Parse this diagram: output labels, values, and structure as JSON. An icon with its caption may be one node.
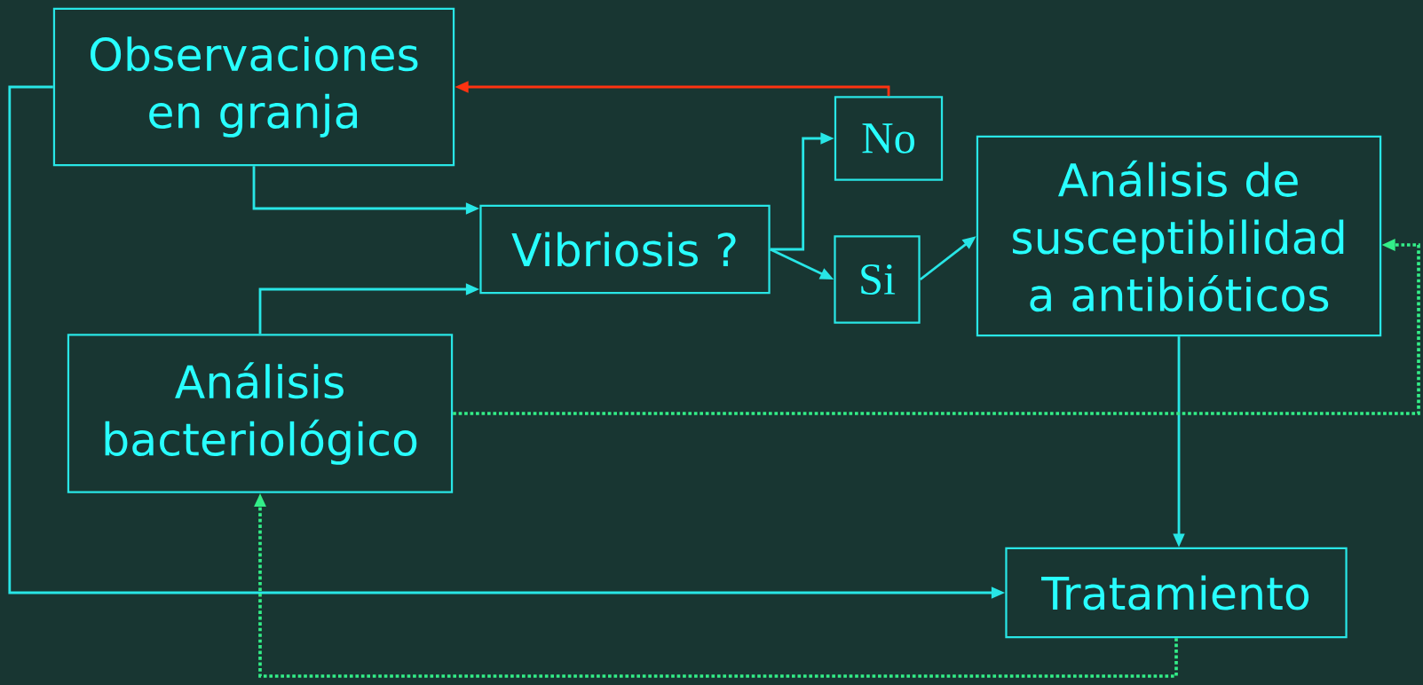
{
  "diagram": {
    "nodes": [
      {
        "text": [
          "Observaciones en granja"
        ]
      },
      {
        "text": [
          "Vibriosis ?"
        ]
      },
      {
        "text": [
          "No"
        ]
      },
      {
        "text": [
          "Si"
        ]
      },
      {
        "text": [
          "Análisis de susceptibilidad a antibióticos"
        ]
      },
      {
        "text": [
          "Análisis bacteriológico"
        ]
      },
      {
        "text": [
          "Tratamiento"
        ]
      }
    ],
    "edges": [
      {
        "from": 0,
        "to": 1,
        "arrow": "to"
      },
      {
        "from": 5,
        "to": 1,
        "arrow": "to"
      },
      {
        "from": 1,
        "to": 2,
        "arrow": "to"
      },
      {
        "from": 1,
        "to": 3,
        "arrow": "to"
      },
      {
        "from": 2,
        "to": 0,
        "arrow": "to",
        "color": "#ff3311"
      },
      {
        "from": 3,
        "to": 4,
        "arrow": "to"
      },
      {
        "from": 4,
        "to": 6,
        "arrow": "to"
      },
      {
        "from": 0,
        "to": 6,
        "arrow": "to"
      },
      {
        "from": 5,
        "to": 4,
        "arrow": "to",
        "style": "dashed",
        "color": "#33ee88"
      },
      {
        "from": 6,
        "to": 5,
        "arrow": "to",
        "style": "dashed",
        "color": "#33ee88"
      }
    ]
  }
}
